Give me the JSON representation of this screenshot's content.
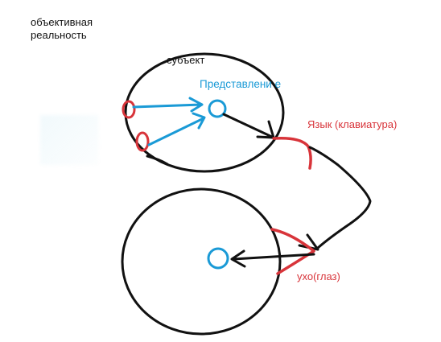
{
  "labels": {
    "objective_reality": "объективная реальность",
    "subject": "субъект",
    "representation": "Представлени е",
    "tongue": "Язык (клавиатура)",
    "ear": "ухо(глаз)"
  },
  "colors": {
    "black": "#111111",
    "blue": "#1a9ad6",
    "red": "#d8343a"
  }
}
